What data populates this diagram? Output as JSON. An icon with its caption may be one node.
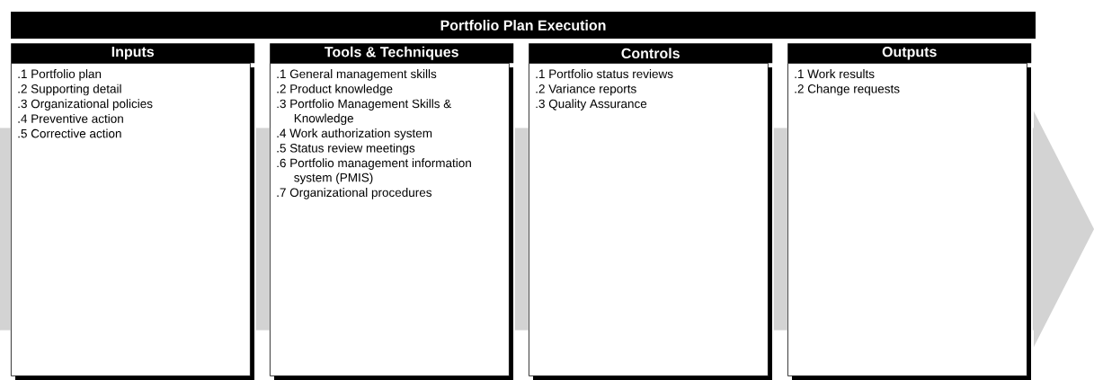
{
  "diagram": {
    "title": "Portfolio Plan Execution",
    "nodes": [
      {
        "text": [
          "Inputs",
          ".1 Portfolio plan",
          ".2 Supporting detail",
          ".3 Organizational policies",
          ".4 Preventive action",
          ".5 Corrective action"
        ]
      },
      {
        "text": [
          "Tools & Techniques",
          ".1 General management skills",
          ".2 Product knowledge",
          ".3 Portfolio Management Skills & Knowledge",
          ".4 Work authorization system",
          ".5 Status review meetings",
          ".6 Portfolio management information system (PMIS)",
          ".7 Organizational procedures"
        ]
      },
      {
        "text": [
          "Controls",
          ".1 Portfolio status reviews",
          ".2 Variance reports",
          ".3 Quality Assurance"
        ]
      },
      {
        "text": [
          "Outputs",
          ".1 Work results",
          ".2 Change requests"
        ]
      }
    ],
    "edges": [
      {
        "from": null,
        "to": 0,
        "arrow": "none"
      },
      {
        "from": 0,
        "to": 1,
        "arrow": "none"
      },
      {
        "from": 1,
        "to": 2,
        "arrow": "none"
      },
      {
        "from": 2,
        "to": 3,
        "arrow": "none"
      },
      {
        "from": 3,
        "to": null,
        "arrow": "to"
      }
    ]
  }
}
